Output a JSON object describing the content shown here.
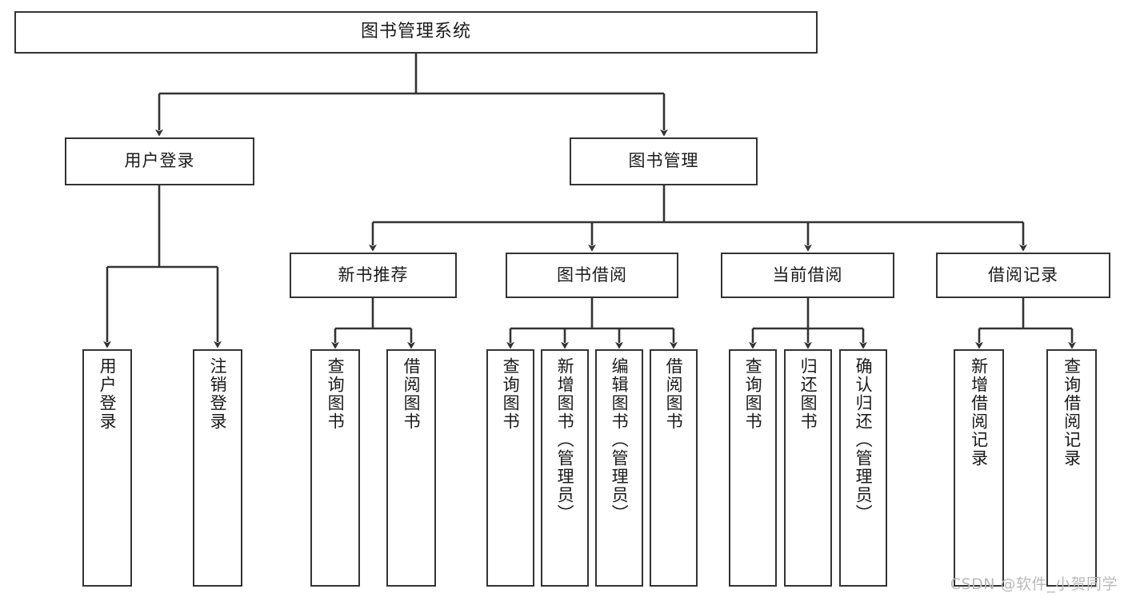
{
  "diagram": {
    "title": "图书管理系统",
    "watermark": "CSDN @软件_小贺同学",
    "colors": {
      "box_border": "#333333",
      "box_fill": "#ffffff",
      "connector": "#333333",
      "text": "#1a1a1a",
      "watermark": "#b9b9b9"
    },
    "levels": {
      "root": {
        "label": "图书管理系统"
      },
      "level2": [
        {
          "id": "user-login",
          "label": "用户登录"
        },
        {
          "id": "book-manage",
          "label": "图书管理"
        }
      ],
      "level3": [
        {
          "id": "new-book-recommend",
          "label": "新书推荐"
        },
        {
          "id": "book-borrow",
          "label": "图书借阅"
        },
        {
          "id": "current-borrow",
          "label": "当前借阅"
        },
        {
          "id": "borrow-record",
          "label": "借阅记录"
        }
      ],
      "leaves": {
        "user_login": [
          {
            "id": "leaf-user-login",
            "label": "用户登录"
          },
          {
            "id": "leaf-logout-login",
            "label": "注销登录"
          }
        ],
        "new_book_recommend": [
          {
            "id": "leaf-query-book-1",
            "label": "查询图书"
          },
          {
            "id": "leaf-borrow-book-1",
            "label": "借阅图书"
          }
        ],
        "book_borrow": [
          {
            "id": "leaf-query-book-2",
            "label": "查询图书"
          },
          {
            "id": "leaf-add-book-admin",
            "label": "新增图书（管理员）"
          },
          {
            "id": "leaf-edit-book-admin",
            "label": "编辑图书（管理员）"
          },
          {
            "id": "leaf-borrow-book-2",
            "label": "借阅图书"
          }
        ],
        "current_borrow": [
          {
            "id": "leaf-query-book-3",
            "label": "查询图书"
          },
          {
            "id": "leaf-return-book",
            "label": "归还图书"
          },
          {
            "id": "leaf-confirm-return-admin",
            "label": "确认归还（管理员）"
          }
        ],
        "borrow_record": [
          {
            "id": "leaf-add-borrow-record",
            "label": "新增借阅记录"
          },
          {
            "id": "leaf-query-borrow-record",
            "label": "查询借阅记录"
          }
        ]
      }
    }
  }
}
